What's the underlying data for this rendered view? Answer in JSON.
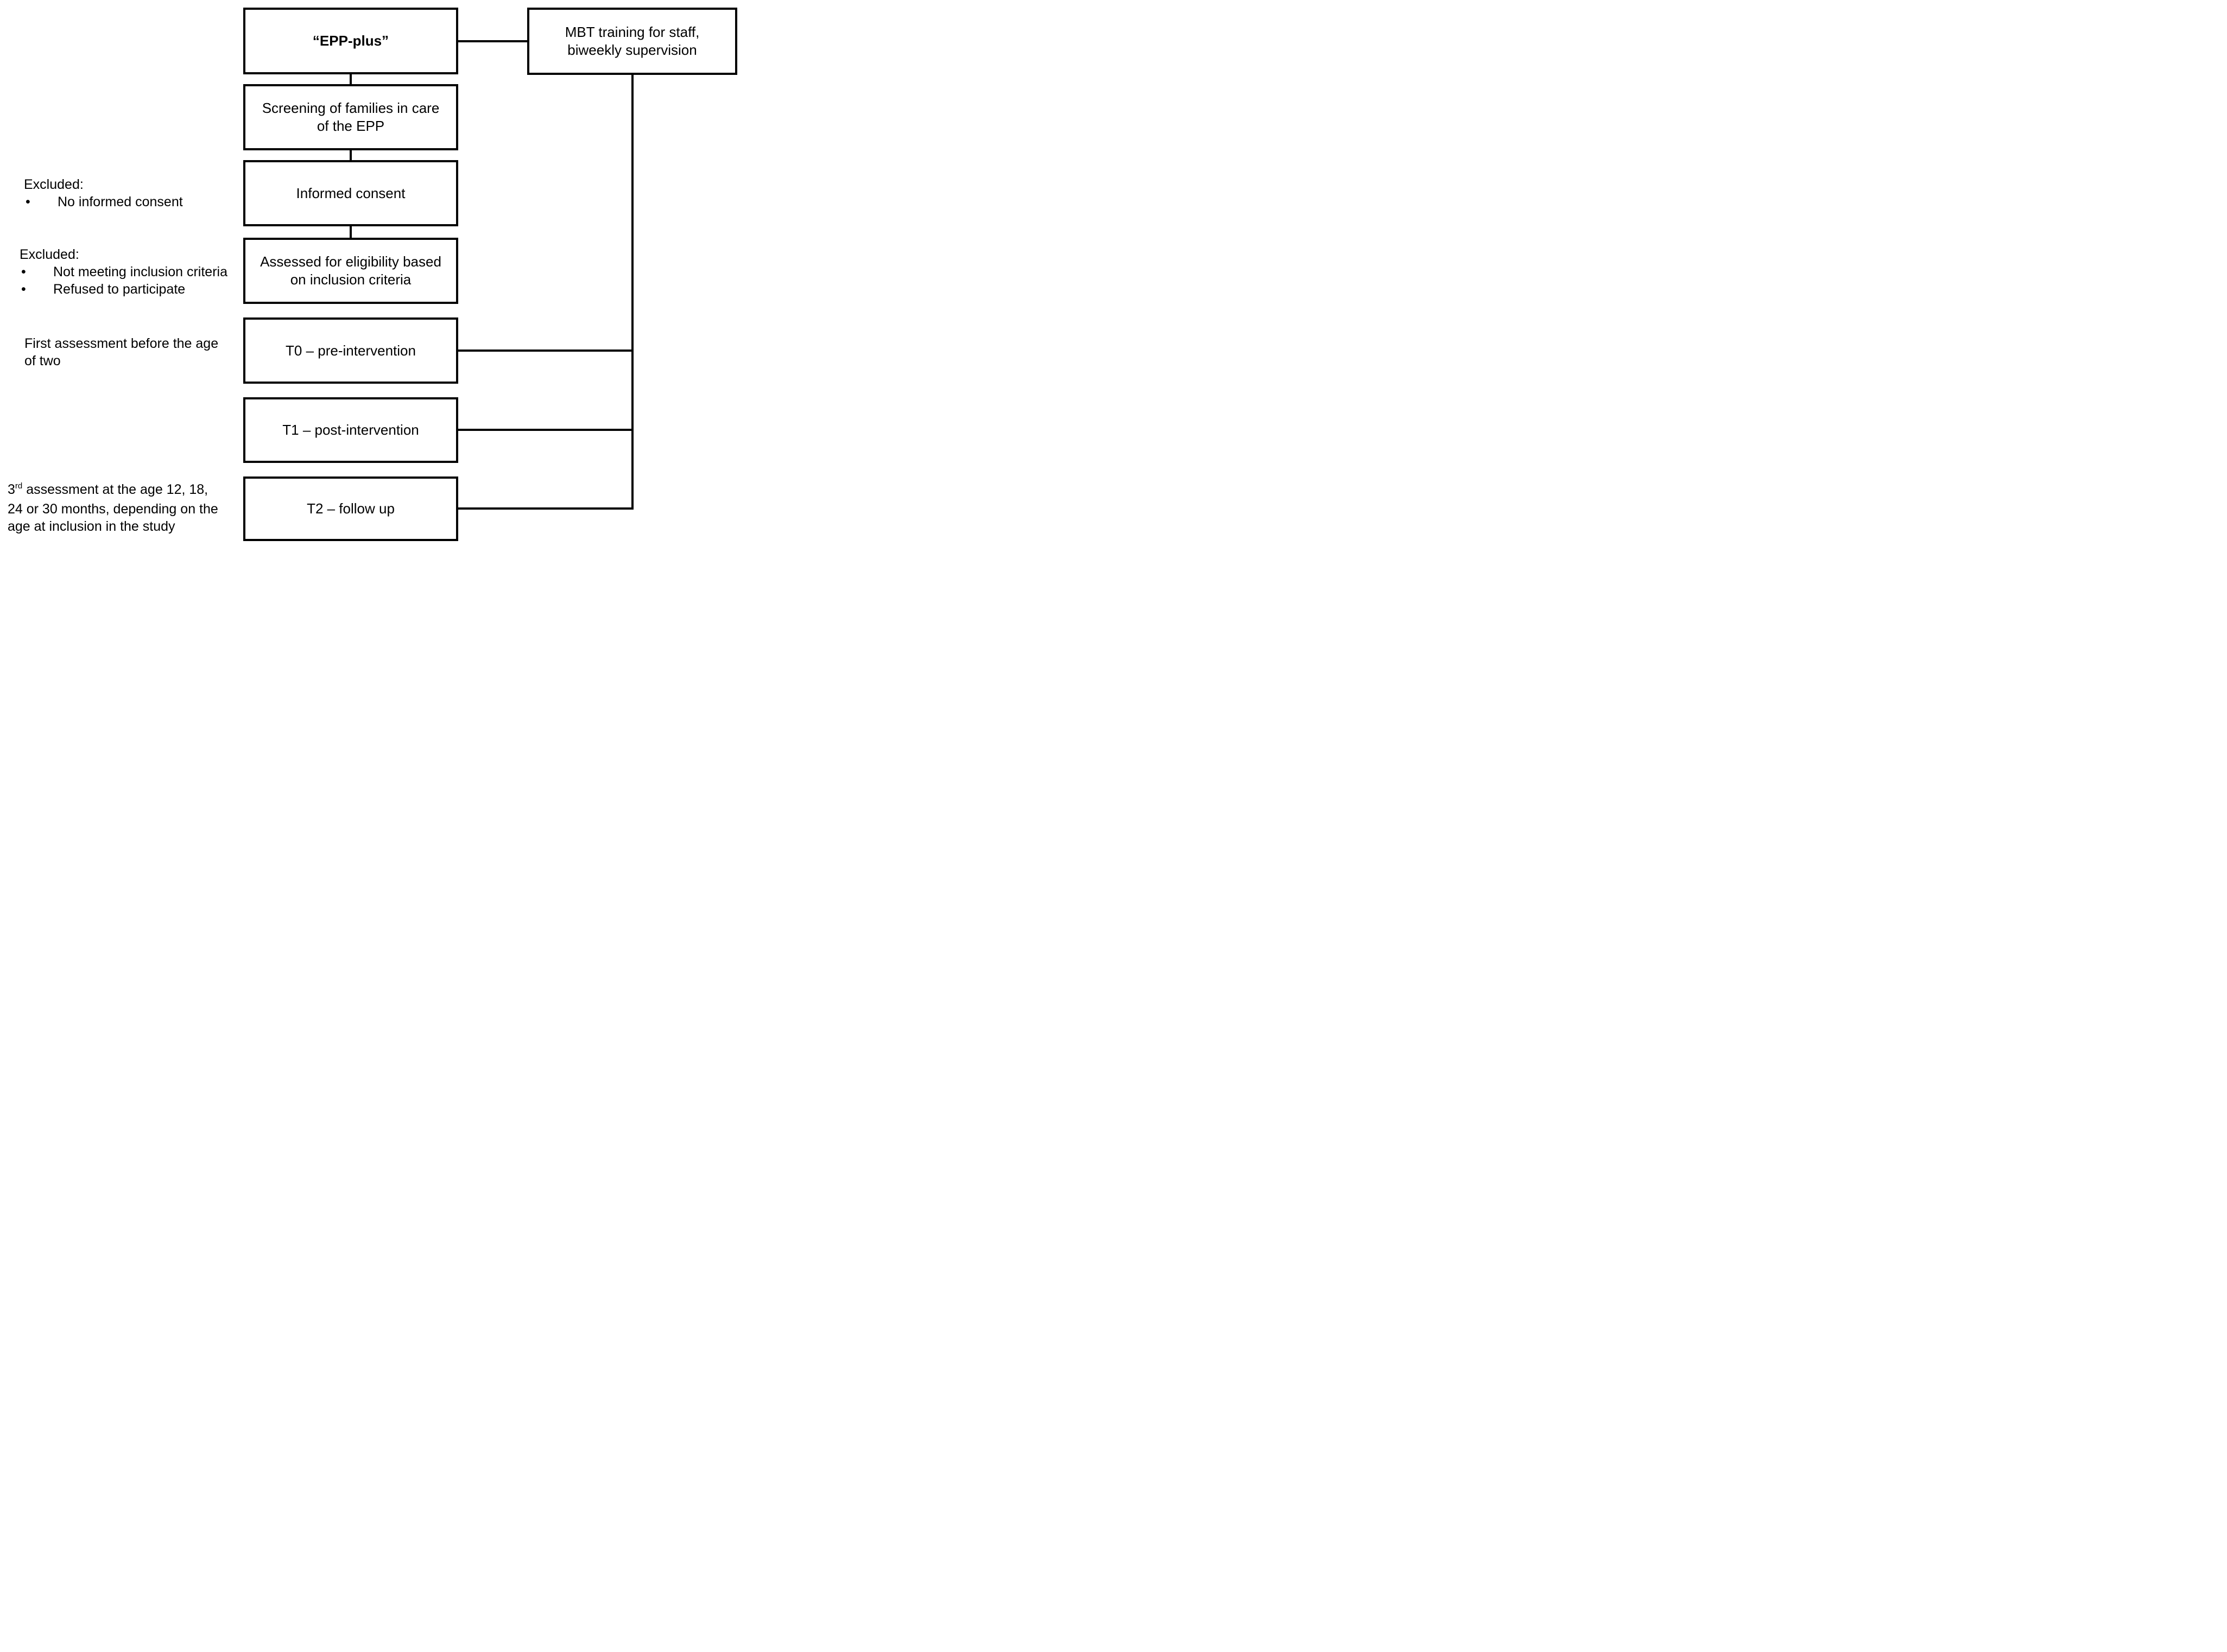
{
  "diagram": {
    "line_color": "#000000",
    "background": "#ffffff",
    "bullet": "•",
    "boxes": {
      "epp_plus": {
        "label": "“EPP-plus”"
      },
      "mbt": {
        "label": "MBT training for staff,\nbiweekly supervision"
      },
      "screening": {
        "label": "Screening of families in care\nof the EPP"
      },
      "informed_consent": {
        "label": "Informed consent"
      },
      "eligibility": {
        "label": "Assessed for eligibility based\non inclusion criteria"
      },
      "t0": {
        "label": "T0 – pre-intervention"
      },
      "t1": {
        "label": "T1 – post-intervention"
      },
      "t2": {
        "label": "T2 – follow up"
      }
    },
    "annotations": {
      "excluded_consent": {
        "title": "Excluded:",
        "items": [
          "No informed consent"
        ]
      },
      "excluded_eligibility": {
        "title": "Excluded:",
        "items": [
          "Not meeting inclusion criteria",
          "Refused to participate"
        ]
      },
      "first_assessment": {
        "text": "First assessment before the age\nof two"
      },
      "third_assessment": {
        "prefix": "3",
        "superscript": "rd",
        "line1": " assessment at the age 12, 18,",
        "line2": "24 or 30 months, depending on the",
        "line3": "age at inclusion in the study"
      }
    }
  }
}
